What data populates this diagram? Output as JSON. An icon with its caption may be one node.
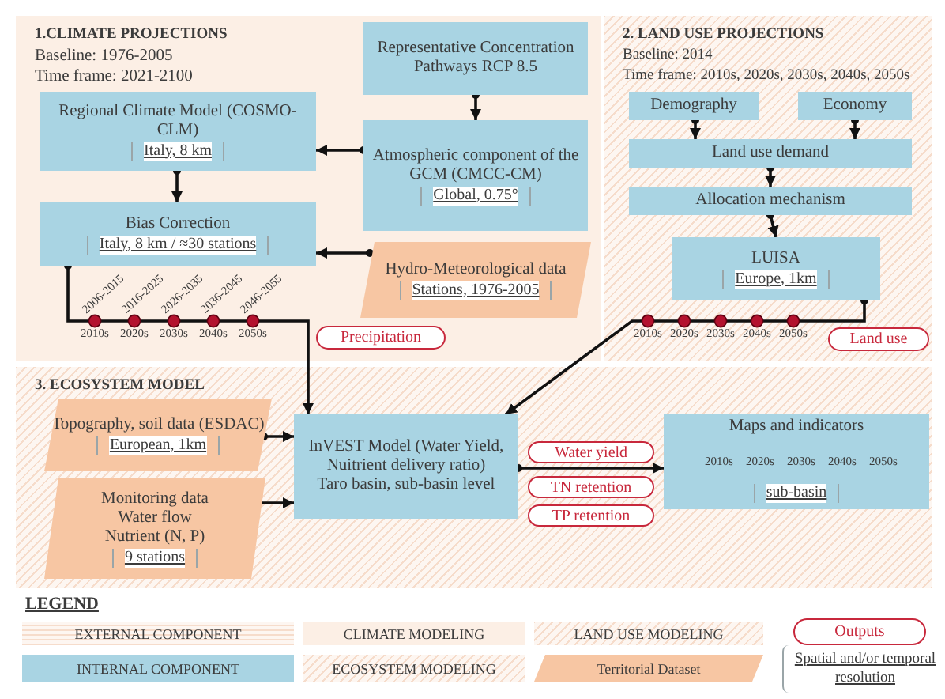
{
  "diagram": {
    "nodes": [
      {
        "text": [
          "1.CLIMATE PROJECTIONS",
          "Baseline: 1976-2005",
          "Time frame: 2021-2100"
        ]
      },
      {
        "text": [
          "Representative Concentration Pathways RCP 8.5"
        ],
        "in": 0
      },
      {
        "text": [
          "Regional Climate Model (COSMO-CLM)",
          "Italy, 8 km"
        ],
        "in": 0
      },
      {
        "text": [
          "Atmospheric component of the GCM (CMCC-CM)",
          "Global, 0.75°"
        ],
        "in": 0
      },
      {
        "text": [
          "Bias Correction",
          "Italy, 8 km / ≈30 stations"
        ],
        "in": 0
      },
      {
        "text": [
          "Hydro-Meteorological data",
          "Stations, 1976-2005"
        ],
        "in": 0
      },
      {
        "text": [
          "Precipitation"
        ],
        "in": 0
      },
      {
        "text": [
          "2. LAND USE PROJECTIONS",
          "Baseline: 2014",
          "Time frame: 2010s, 2020s, 2030s, 2040s, 2050s"
        ]
      },
      {
        "text": [
          "Demography"
        ],
        "in": 7
      },
      {
        "text": [
          "Economy"
        ],
        "in": 7
      },
      {
        "text": [
          "Land use demand"
        ],
        "in": 7
      },
      {
        "text": [
          "Allocation mechanism"
        ],
        "in": 7
      },
      {
        "text": [
          "LUISA",
          "Europe, 1km"
        ],
        "in": 7
      },
      {
        "text": [
          "Land use"
        ],
        "in": 7
      },
      {
        "text": [
          "3. ECOSYSTEM MODEL"
        ]
      },
      {
        "text": [
          "Topography, soil data (ESDAC)",
          "European, 1km"
        ],
        "in": 14
      },
      {
        "text": [
          "Monitoring data",
          "Water flow",
          "Nutrient (N, P)",
          "9 stations"
        ],
        "in": 14
      },
      {
        "text": [
          "InVEST Model (Water Yield, Nuitrient delivery ratio)",
          "Taro basin, sub-basin level"
        ],
        "in": 14
      },
      {
        "text": [
          "Water yield"
        ],
        "in": 14
      },
      {
        "text": [
          "TN retention"
        ],
        "in": 14
      },
      {
        "text": [
          "TP retention"
        ],
        "in": 14
      },
      {
        "text": [
          "Maps and indicators",
          "sub-basin"
        ],
        "in": 14
      }
    ],
    "edges": [
      {
        "from": 1,
        "to": 3,
        "arrow": "to"
      },
      {
        "from": 3,
        "to": 2,
        "arrow": "to"
      },
      {
        "from": 2,
        "to": 4,
        "arrow": "to"
      },
      {
        "from": 5,
        "to": 4,
        "arrow": "to"
      },
      {
        "from": 4,
        "to": 17,
        "arrow": "to"
      },
      {
        "from": 8,
        "to": 10,
        "arrow": "to"
      },
      {
        "from": 9,
        "to": 10,
        "arrow": "to"
      },
      {
        "from": 10,
        "to": 11,
        "arrow": "to"
      },
      {
        "from": 11,
        "to": 12,
        "arrow": "to"
      },
      {
        "from": 12,
        "to": 17,
        "arrow": "to"
      },
      {
        "from": 15,
        "to": 17,
        "arrow": "to"
      },
      {
        "from": 16,
        "to": 17,
        "arrow": "to"
      },
      {
        "from": 17,
        "to": 21,
        "arrow": "to"
      }
    ],
    "labels": [
      "2006-2015",
      "2016-2025",
      "2026-2035",
      "2036-2045",
      "2046-2055",
      "2010s",
      "2020s",
      "2030s",
      "2040s",
      "2050s",
      "2010s",
      "2020s",
      "2030s",
      "2040s",
      "2050s",
      "2010s",
      "2020s",
      "2030s",
      "2040s",
      "2050s",
      "LEGEND"
    ],
    "legend": [
      {
        "text": "EXTERNAL COMPONENT"
      },
      {
        "text": "CLIMATE MODELING",
        "color": "#fcefe5"
      },
      {
        "text": "LAND USE MODELING"
      },
      {
        "text": "Outputs"
      },
      {
        "text": "INTERNAL COMPONENT",
        "color": "#a9d4e3"
      },
      {
        "text": "ECOSYSTEM MODELING"
      },
      {
        "text": "Territorial Dataset",
        "color": "#f7c6a3"
      },
      {
        "text": "Spatial and/or temporal resolution"
      }
    ]
  }
}
